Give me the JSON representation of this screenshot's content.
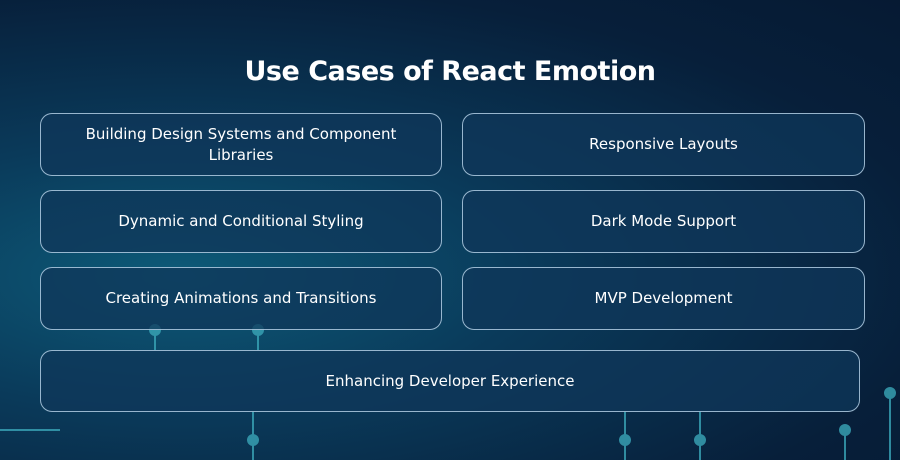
{
  "title": "Use Cases of React Emotion",
  "cards": [
    "Building Design Systems and Component Libraries",
    "Responsive Layouts",
    "Dynamic and Conditional Styling",
    "Dark Mode Support",
    "Creating Animations and Transitions",
    "MVP Development",
    "Enhancing Developer Experience"
  ]
}
